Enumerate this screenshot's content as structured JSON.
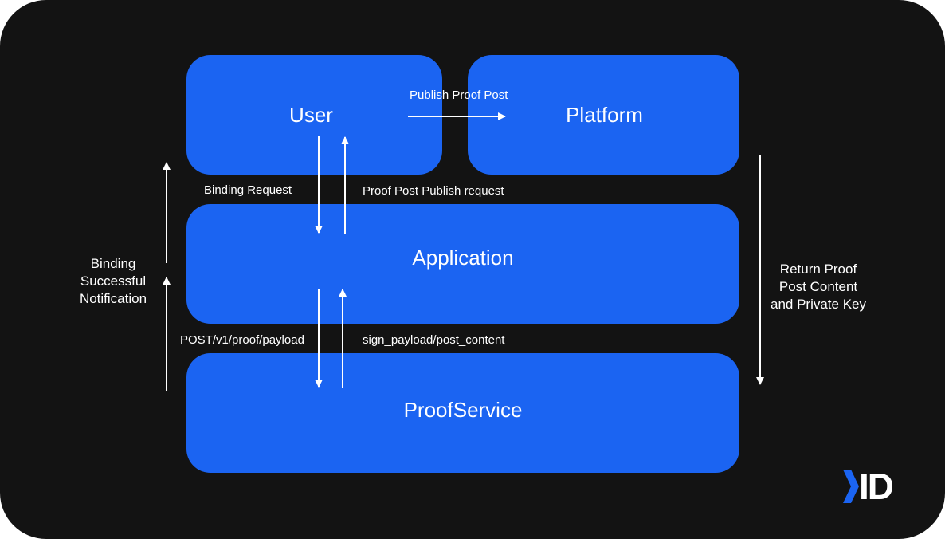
{
  "nodes": {
    "user": "User",
    "platform": "Platform",
    "application": "Application",
    "proof_service": "ProofService"
  },
  "edges": {
    "publish_proof_post": "Publish Proof Post",
    "binding_request": "Binding Request",
    "proof_post_publish_request": "Proof Post Publish request",
    "post_payload": "POST/v1/proof/payload",
    "sign_payload": "sign_payload/post_content"
  },
  "side_labels": {
    "left": [
      "Binding",
      "Successful",
      "Notification"
    ],
    "right": [
      "Return Proof",
      "Post Content",
      "and Private Key"
    ]
  },
  "logo": {
    "text": "ID",
    "accent": "#1b64f2"
  },
  "colors": {
    "background": "#131313",
    "box": "#1b64f2",
    "text": "#ffffff"
  }
}
